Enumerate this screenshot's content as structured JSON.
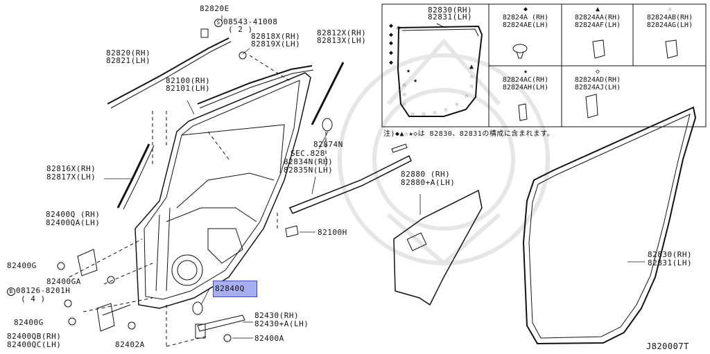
{
  "diagram": {
    "code": "J820007T",
    "highlighted_part": "82840Q",
    "note": "注)◆▲☆★◇は 82830、82831の構成に含まれます。",
    "labels": {
      "p82820E": "82820E",
      "p08543": "08543-41008",
      "p08543_qty": "( 2 )",
      "p08543_mark": "S",
      "p82818": [
        "82818X(RH)",
        "82819X(LH)"
      ],
      "p82812": [
        "82812X(RH)",
        "82813X(LH)"
      ],
      "p82820": [
        "82820(RH)",
        "82821(LH)"
      ],
      "p82100": [
        "82100(RH)",
        "82101(LH)"
      ],
      "p82874N": "82874N",
      "sec": [
        "SEC.828",
        "82834N(RH)",
        "82835N(LH)"
      ],
      "p82816": [
        "82816X(RH)",
        "82817X(LH)"
      ],
      "p82880": [
        "82880 (RH)",
        "82880+A(LH)"
      ],
      "p82400Q": [
        "82400Q (RH)",
        "82400QA(LH)"
      ],
      "p82100H": "82100H",
      "p82400G_1": "82400G",
      "p82400GA": "82400GA",
      "p08126": "08126-8201H",
      "p08126_qty": "( 4 )",
      "p08126_mark": "B",
      "p82430": [
        "82430(RH)",
        "82430+A(LH)"
      ],
      "p82400G_2": "82400G",
      "p82400QB": [
        "82400QB(RH)",
        "82400QC(LH)"
      ],
      "p82402A": "82402A",
      "p82400A": "82400A",
      "p82830": [
        "82830(RH)",
        "82831(LH)"
      ]
    },
    "inset_top": [
      "82830(RH)",
      "82831(LH)"
    ],
    "clip_cells": [
      {
        "symbol": "◆",
        "labels": [
          "82824A (RH)",
          "82824AE(LH)"
        ]
      },
      {
        "symbol": "▲",
        "labels": [
          "82824AA(RH)",
          "82824AF(LH)"
        ]
      },
      {
        "symbol": "☆",
        "labels": [
          "82824AB(RH)",
          "82824AG(LH)"
        ]
      },
      {
        "symbol": "★",
        "labels": [
          "82824AC(RH)",
          "82824AH(LH)"
        ]
      },
      {
        "symbol": "◇",
        "labels": [
          "82824AD(RH)",
          "82824AJ(LH)"
        ]
      }
    ]
  }
}
